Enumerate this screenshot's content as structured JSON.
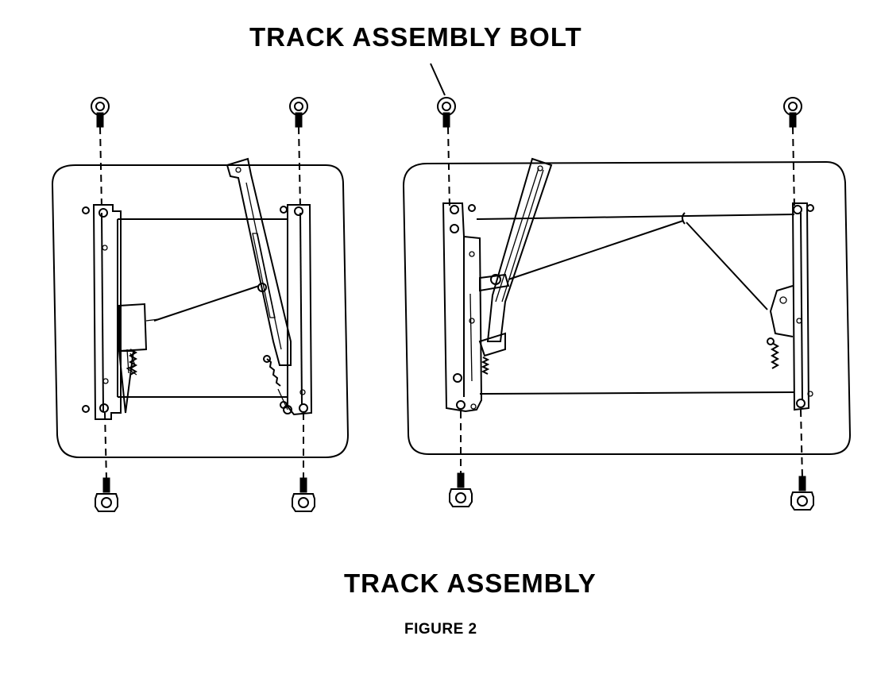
{
  "labels": {
    "callout": "TRACK ASSEMBLY BOLT",
    "title": "TRACK ASSEMBLY",
    "figure": "FIGURE 2"
  },
  "bolt_icon": "hex-bolt-icon"
}
